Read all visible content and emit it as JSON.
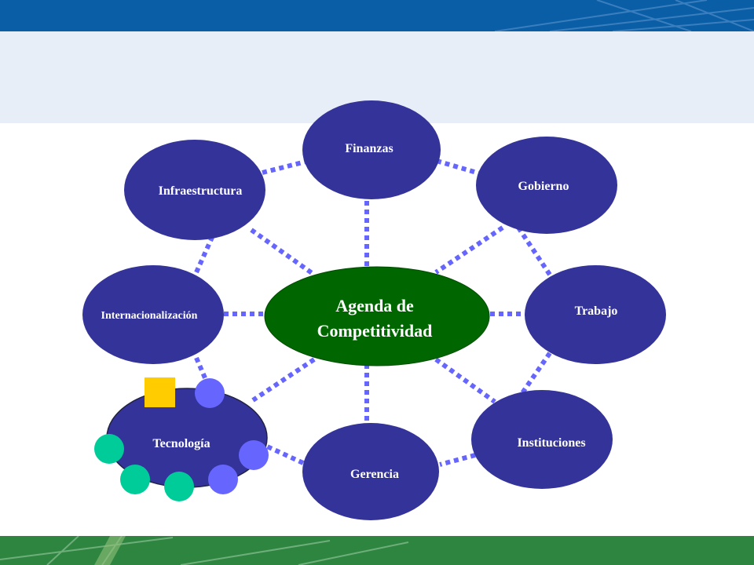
{
  "colors": {
    "top_band": "#0a5ea6",
    "title_area": "#e8eef7",
    "bottom_band": "#2e8540",
    "node_fill": "#333399",
    "center_fill": "#006600",
    "connector": "#6666ff",
    "accent_square": "#ffcc00",
    "accent_circle_blue": "#6666ff",
    "accent_circle_green": "#00cc99"
  },
  "diagram": {
    "center": {
      "label_line1": "Agenda de",
      "label_line2": "Competitividad"
    },
    "nodes": {
      "finanzas": "Finanzas",
      "gobierno": "Gobierno",
      "infraestructura": "Infraestructura",
      "internacionalizacion": "Internacionalización",
      "trabajo": "Trabajo",
      "tecnologia": "Tecnología",
      "gerencia": "Gerencia",
      "instituciones": "Instituciones"
    }
  }
}
